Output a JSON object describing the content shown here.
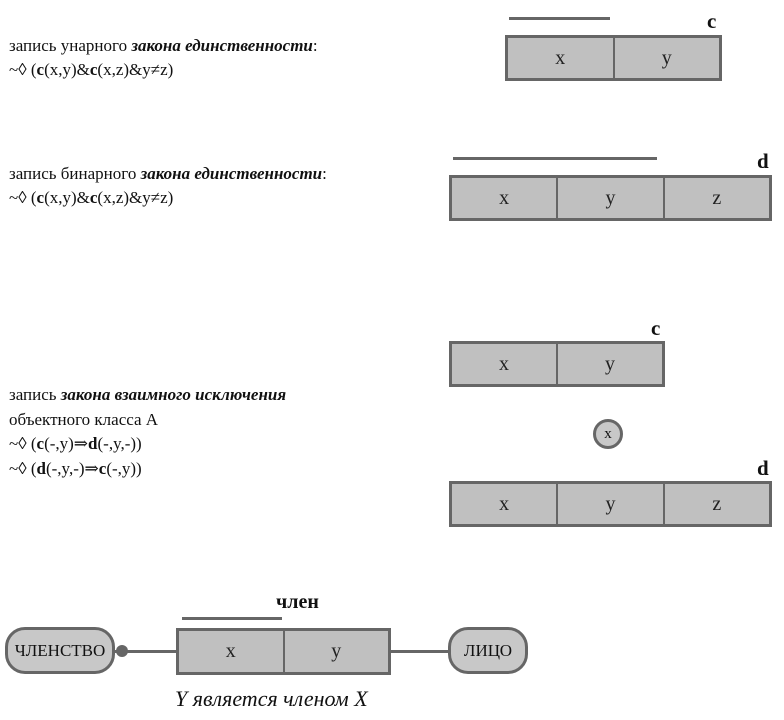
{
  "section1": {
    "line1_prefix": "запись унарного ",
    "line1_em": "закона единственности",
    "line1_suffix": ":",
    "formula": {
      "p1": "~◊ (",
      "b1": "c",
      "p2": "(x,y)&",
      "b2": "c",
      "p3": "(x,z)&y≠z)"
    },
    "relation": {
      "name": "c",
      "cells": [
        "x",
        "y"
      ]
    }
  },
  "section2": {
    "line1_prefix": "запись бинарного ",
    "line1_em": "закона единственности",
    "line1_suffix": ":",
    "formula": {
      "p1": "~◊ (",
      "b1": "c",
      "p2": "(x,y)&",
      "b2": "c",
      "p3": "(x,z)&y≠z)"
    },
    "relation": {
      "name": "d",
      "cells": [
        "x",
        "y",
        "z"
      ]
    }
  },
  "section3": {
    "line1_prefix": "запись ",
    "line1_em": "закона взаимного исключения",
    "line2": "объектного класса A",
    "formula1": {
      "p1": "~◊ (",
      "b1": "c",
      "p2": "(-,y)⇒",
      "b2": "d",
      "p3": "(-,y,-))"
    },
    "formula2": {
      "p1": "~◊ (",
      "b1": "d",
      "p2": "(-,y,-)⇒",
      "b2": "c",
      "p3": "(-,y))"
    },
    "relation_top": {
      "name": "c",
      "cells": [
        "x",
        "y"
      ]
    },
    "oval_label": "x",
    "relation_bottom": {
      "name": "d",
      "cells": [
        "x",
        "y",
        "z"
      ]
    }
  },
  "section4": {
    "left_entity": "ЧЛЕНСТВО",
    "relation": {
      "name": "член",
      "cells": [
        "x",
        "y"
      ]
    },
    "right_entity": "ЛИЦО",
    "caption": "Y является членом X"
  },
  "colors": {
    "fill": "#c0c0c0",
    "stroke": "#666666"
  }
}
